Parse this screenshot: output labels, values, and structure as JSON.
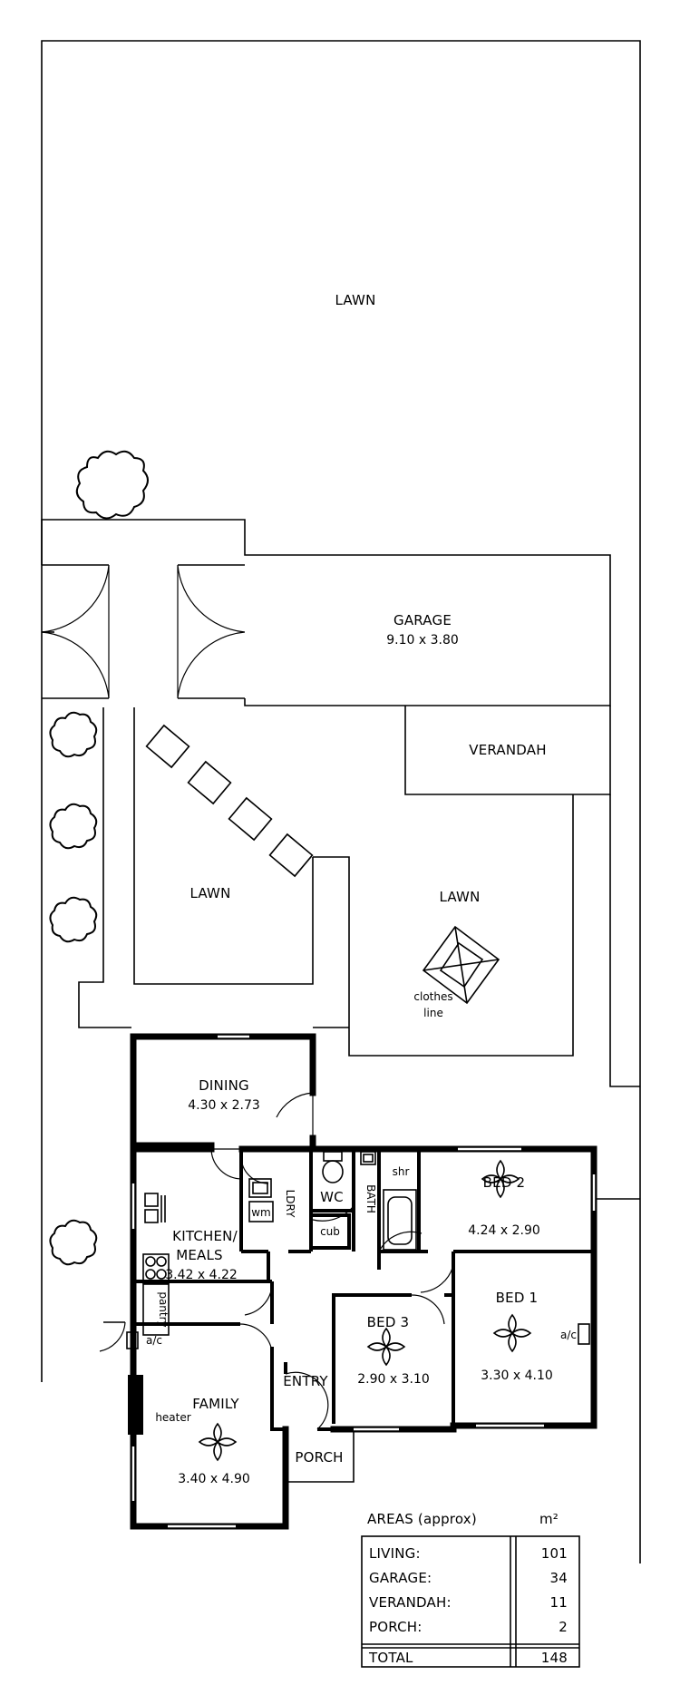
{
  "rooms": {
    "lawn_rear": "LAWN",
    "garage": "GARAGE",
    "garage_dim": "9.10 x 3.80",
    "verandah": "VERANDAH",
    "lawn_left": "LAWN",
    "lawn_right": "LAWN",
    "clothes_line_1": "clothes",
    "clothes_line_2": "line",
    "dining": "DINING",
    "dining_dim": "4.30 x 2.73",
    "kitchen_1": "KITCHEN/",
    "kitchen_2": "MEALS",
    "kitchen_dim": "3.42 x 4.22",
    "pantry": "pantry",
    "wm": "wm",
    "ldry": "LDRY",
    "wc": "WC",
    "cub": "cub",
    "bath": "BATH",
    "shr": "shr",
    "bed2": "BED 2",
    "bed2_dim": "4.24 x 2.90",
    "bed1": "BED 1",
    "bed1_dim": "3.30 x 4.10",
    "bed1_ac": "a/c",
    "bed3": "BED 3",
    "bed3_dim": "2.90 x 3.10",
    "family": "FAMILY",
    "family_dim": "3.40 x 4.90",
    "family_ac": "a/c",
    "heater": "heater",
    "entry": "ENTRY",
    "porch": "PORCH"
  },
  "areas_table": {
    "title": "AREAS (approx)",
    "unit": "m²",
    "rows": [
      {
        "label": "LIVING:",
        "value": "101"
      },
      {
        "label": "GARAGE:",
        "value": "34"
      },
      {
        "label": "VERANDAH:",
        "value": "11"
      },
      {
        "label": "PORCH:",
        "value": "2"
      }
    ],
    "total_label": "TOTAL",
    "total_value": "148"
  }
}
